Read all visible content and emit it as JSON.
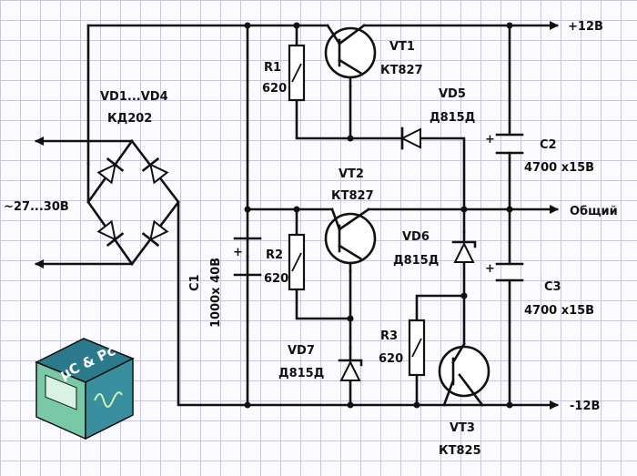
{
  "labels": {
    "vd_bridge_ref": "VD1...VD4",
    "vd_bridge_type": "КД202",
    "input_voltage": "~27...30В",
    "r1_ref": "R1",
    "r1_val": "620",
    "vt1_ref": "VT1",
    "vt1_type": "КТ827",
    "vd5_ref": "VD5",
    "vd5_type": "Д815Д",
    "c2_ref": "C2",
    "c2_val": "4700 х15В",
    "plus12": "+12В",
    "vt2_ref": "VT2",
    "vt2_type": "КТ827",
    "common": "Общий",
    "r2_ref": "R2",
    "r2_val": "620",
    "vd6_ref": "VD6",
    "vd6_type": "Д815Д",
    "c1_ref": "C1",
    "c1_val": "1000х 40В",
    "c3_ref": "C3",
    "c3_val": "4700 х15В",
    "vd7_ref": "VD7",
    "vd7_type": "Д815Д",
    "r3_ref": "R3",
    "r3_val": "620",
    "minus12": "-12В",
    "vt3_ref": "VT3",
    "vt3_type": "КТ825",
    "cap_plus": "+"
  },
  "logo": {
    "text": "µC & Pc",
    "top_color": "#2b7a8c",
    "left_color": "#79c9a6",
    "right_color": "#3a8f9e"
  },
  "colors": {
    "wire": "#111111",
    "grid": "#c9c7dc",
    "background": "#fbfbff"
  }
}
